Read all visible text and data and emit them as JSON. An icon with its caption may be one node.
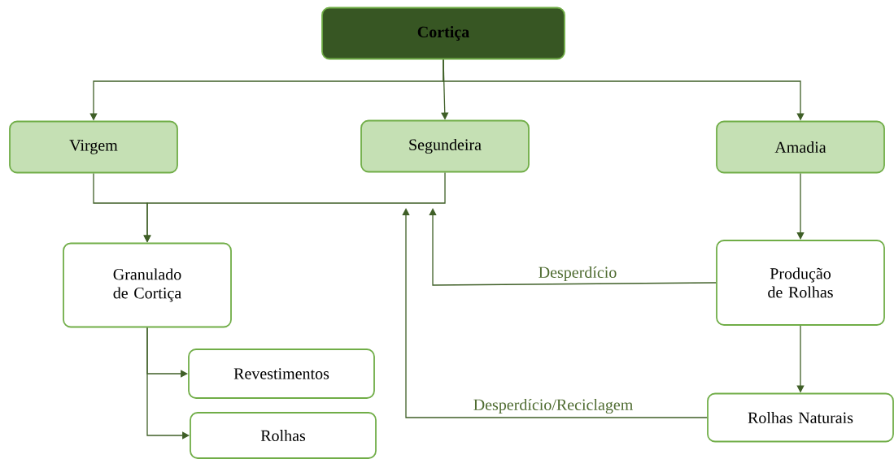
{
  "diagram": {
    "nodes": [
      {
        "text": [
          "Cortiça"
        ]
      },
      {
        "text": [
          "Virgem"
        ]
      },
      {
        "text": [
          "Segundeira"
        ]
      },
      {
        "text": [
          "Amadia"
        ]
      },
      {
        "text": [
          "Granulado de Cortiça"
        ]
      },
      {
        "text": [
          "Revestimentos"
        ]
      },
      {
        "text": [
          "Rolhas"
        ]
      },
      {
        "text": [
          "Produção de Rolhas"
        ]
      },
      {
        "text": [
          "Rolhas Naturais"
        ]
      }
    ],
    "edges": [
      {
        "from": 0,
        "to": 1,
        "arrow": "to"
      },
      {
        "from": 0,
        "to": 2,
        "arrow": "to"
      },
      {
        "from": 0,
        "to": 3,
        "arrow": "to"
      },
      {
        "from": 1,
        "to": 4,
        "arrow": "to"
      },
      {
        "from": 2,
        "to": 4,
        "arrow": "to"
      },
      {
        "from": 3,
        "to": 7,
        "arrow": "to"
      },
      {
        "from": 7,
        "to": null,
        "arrow": "to",
        "label": "Desperdício"
      },
      {
        "from": 7,
        "to": 8,
        "arrow": "to"
      },
      {
        "from": 8,
        "to": null,
        "arrow": "to",
        "label": "Desperdício/Reciclagem"
      },
      {
        "from": 4,
        "to": 5,
        "arrow": "to"
      },
      {
        "from": 4,
        "to": 6,
        "arrow": "to"
      }
    ]
  }
}
